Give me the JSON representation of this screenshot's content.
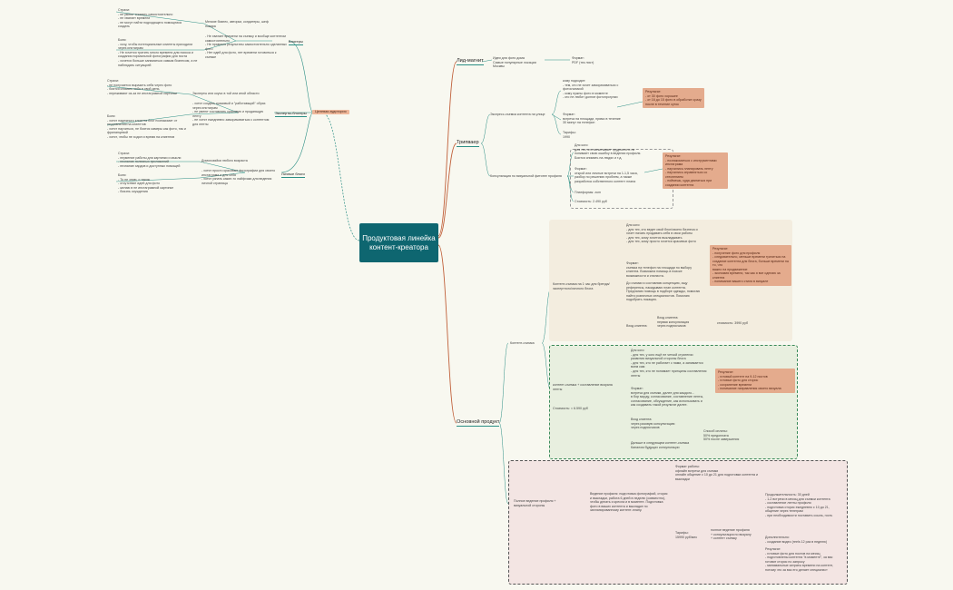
{
  "central": "Продуктовая линейка контент-креатора",
  "colors": {
    "central_bg": "#0e6670",
    "line": "#2b8e84",
    "result_bg": "#e4ab8d",
    "section1_bg": "#f3eddf",
    "section2_bg": "#e8efdf",
    "section3_bg": "#f3e5e3"
  },
  "left": {
    "hub": "Целевая аудитория",
    "blogers": {
      "label": "Блогеры",
      "desc": "Мелкие бизнес, авторки, кондитеры, шеф повара",
      "needs": "- Не хватает времени на съемку и вообще контентом самостоятельно\n- Не нравится результаты самостоятельно сделанных фото\n- Нет идей для фото, нет времени готовиться к съемке",
      "pains": "Страхи:\n- не умеют снимать самостоятельно\n- не хватает времени\n- не могут найти подходящего помощника\nсоздать",
      "pains2": "Боли:\n- хочу, чтобы потенциальные клиенты приходили через инстаграм\n- Не хочется тратить много времени для поиска и создания нормальной фотографии для поста\n- хочется больше заниматься самым бизнесом, а не наблюдать ситуацией"
    },
    "exp": {
      "label": "Эксперты-блогеры",
      "desc": "Эксперты или коучи в той или иной области",
      "needs": "- хотят создать красивый и \"работающий\" образ через инстаграм\n- не умеют составлять красивую и продающую ленту\n- не хотят ежедневно заморачиваться с контентом для ленты",
      "pains": "Страхи:\n- не получается выразить себя через фото\n- боятся снимать себя в свой день\n- переживают из-за не инстаграмной картинки",
      "pains2": "Боли:\n- хотят надежного клиента блог познакомит от неуравнения на клиентов\n- хотят научиться, не боятся камеры как фото, так и фриланцевой\n- хотят, чтобы не ходил и время на клиентов"
    },
    "personal": {
      "label": "Личные блоги",
      "desc": "Домохозяйки любого возраста",
      "needs": "- хотят просто красивые фотографии для своего инстаграма и для себя\n- хотят узнать какие-то лайфхаки для ведения личной страницы",
      "pains": "Страхи:\n- неумение работы для картинки и мысли\n- незнание полезных приложений\n- незнание хардов и доступных помощей",
      "pains2": "Боли:\n- То не знаю, о також\n- отсутствие идей для фото\n- желаю в не инстаграмной картинке\n- боязнь осуждения"
    }
  },
  "lid": {
    "label": "Лид-магнит",
    "idea": "Идеи для фото дома\nСамые популярные локации Москвы",
    "format": "Формат:\nPDF (тек лист)"
  },
  "trip": {
    "label": "Трипваер",
    "a": {
      "label": "Экспресс-съемка контента на улице",
      "who": "кому подходит:\n- тем, кто не хочет заморачиваться с фотосъемкой\n- кому нужны фото в моменте\n- кто не любит долгие фотопрогулки",
      "format": "Формат:\nвстреча на площади, прямо в течение 30 минут на телефон",
      "tariff": "Тарифы:\n1990",
      "result": "Результат:\n- от 30 фото хорошее\n- от 16 до 15 фото в обработке сразу после в течение суток"
    },
    "b": {
      "label": "Консультация по визуальной фитинге профиля",
      "who": "Для кого:\nдля тех, кто испытывает трудности и не понимает свою ошибку в ведении профиля. Боится снимать на людях и т.д.",
      "format": "Формат:\nоткрой или личные встречи на 1-1,5 часа, разбор по решению проблем, а также разработка собственного контент плана",
      "platforms": "Платформы: zum",
      "price": "Стоимость: 2.490 руб",
      "result": "Результат:\n- познакомиться с инструментами инстаграма\n- научились планировать ленту\n- научились справляться со стеснением\n- поймешь, куда двигаться при создании контента"
    }
  },
  "core": {
    "label": "Основной продукт",
    "s1": {
      "label": "Контент-съемка",
      "head": "Контент-съемка на 1 час для бренда/ экспертного/личного блога",
      "who": "Для кого:\n- для тех, кто ведет свой блог/своего бизнеса и хочет начать продавать себя в свои работы\n- для тех, кому хочется выкладывать\n- для тех, кому просто хочется красивых фото",
      "format": "Формат:\nсъемка на телефон на площади по выбору клиента. Возможна помощь в поиске возможности и стилиста.",
      "prep": "До съемки я составляю концепцию, ищу референсы, накидываю план контента. Предлагаю помощь в подборе одежды, помогаю найти розничных специалистов. Помогаю подобрать локацию.",
      "entry": "Вход клиента:",
      "entry2": "Вход клиента:\nпервая консультация\nчерез подписчиков",
      "price": "стоимость: 3990 руб",
      "result": "Результат:\n- получение фото для профиля\n- следовательно, меньше времени тратиться на создание контента для блога, больше времени на то, что\nважно на продвижение\n- экономия времени, так как я все сделаю за клиента\n- понимание вашего стиля в визуале"
    },
    "s2": {
      "head": "контент-съемка + составление визуала ленты",
      "price": "Стоимость: ≈ 6.590 руб",
      "who": "Для кого:\n- для тех, у кого ещё не четкой стратегии развития визуальной стороны блога\n- для тех, кто не работает с нами, а занимается всем сам\n- для тех, кто не понимает принципы составления ленты",
      "format": "Формат:\nвстреча для съемки, далее для каждого...\nв бор морду, согласование, составление ленты, согласование, обсуждение, как использовать и как создавать такой результат далее.",
      "entry": "Вход клиента:\nчерез разовую консультацию\nчерез подписчиков",
      "sales": "Способ оплаты:\n50% предоплата\n50% после завершения",
      "next": "Дальше в следующем контент-съемка\nКаналом будущих консультации",
      "result": "Результат:\n- готовый контент на 9-12 постов\n- готовые фото для сторис\n- сохранение времени\n- понимание направления своего визуала"
    },
    "s3": {
      "head": "Полное ведение профиля + визуальной стороны",
      "desc": "Ведение профиля: подготовка фотографий, сторис и выкладки, работа 6 дней в неделю (совместно), чтобы делать и кресла и в моменте. Подготовка фото в ваших контента и выкладке по запланированному контент-плану.",
      "format": "Формат работы:\nофлайн встречи для съемки\nонлайн общение с 10 до 21 для подготовки контента и выкладки",
      "period": "Продолжительность: 30 дней\n- 1-2 встречи в месяц для съемки контента\n- составление ленты профиля\n- подготовка сторис ежедневно с 10 до 21, общение через телеграм\n- при необходимости поставить ссыль, гость",
      "tariff": "Тарифы:\n15990 руб/мес",
      "tariff_desc": "полное ведение профиля\n+ консультация по визуалу\n+ контент съемку",
      "extra": "Дополнительно:\n- создание видео (reels 12 раз в неделю)",
      "result": "Результат:\n- готовые фото для постов на месяц\n- подготовлены контента \"в моменте\", за вас готовят сторис по запросу\n- минимальные затраты времени на контент, потому что за вас его делает специалист"
    }
  }
}
